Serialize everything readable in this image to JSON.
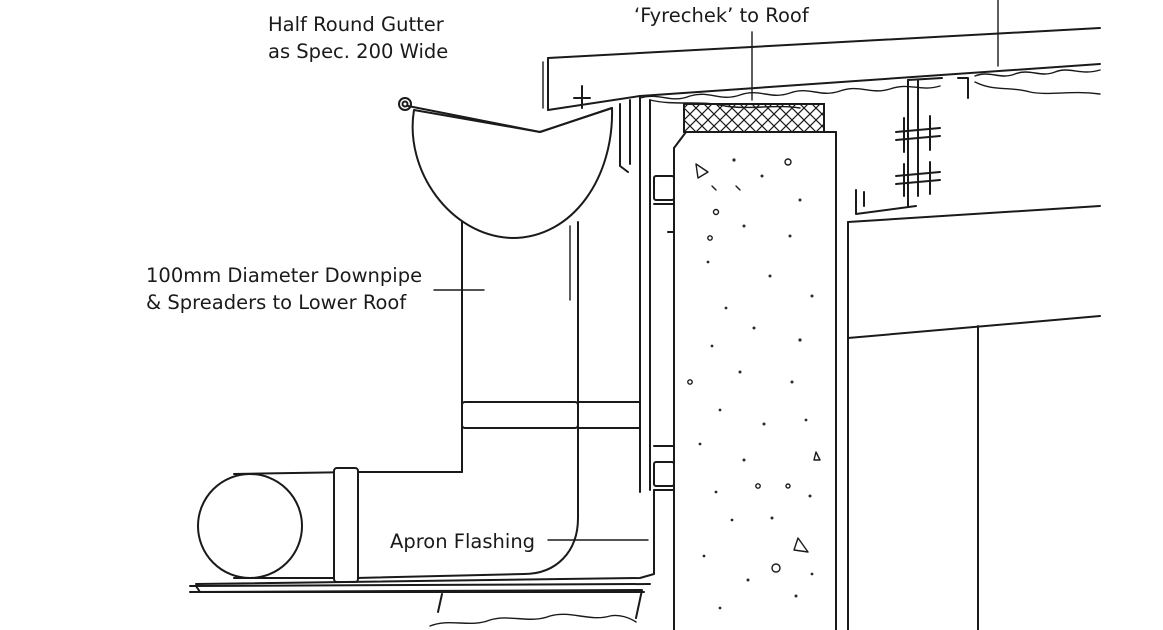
{
  "labels": {
    "gutter_line1": "Half Round Gutter",
    "gutter_line2": "as Spec. 200 Wide",
    "fyrechek": "‘Fyrechek’ to Roof",
    "downpipe_line1": "100mm Diameter Downpipe",
    "downpipe_line2": "& Spreaders to Lower Roof",
    "apron": "Apron Flashing"
  },
  "colors": {
    "ink": "#1a1a1a",
    "paper": "#ffffff"
  }
}
